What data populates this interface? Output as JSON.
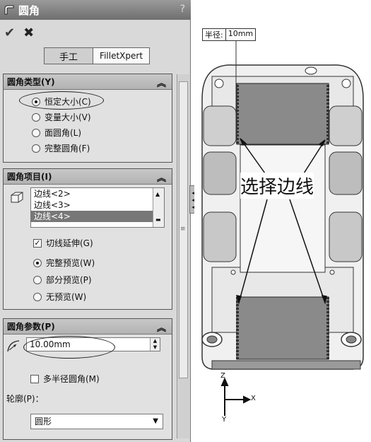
{
  "panel": {
    "title": "圆角",
    "help": "?",
    "ok_icon": "check-icon",
    "cancel_icon": "close-icon",
    "modes": [
      "手工",
      "FilletXpert"
    ],
    "fillet_type": {
      "header": "圆角类型(Y)",
      "options": [
        "恒定大小(C)",
        "变量大小(V)",
        "面圆角(L)",
        "完整圆角(F)"
      ],
      "selected": "恒定大小(C)"
    },
    "fillet_items": {
      "header": "圆角项目(I)",
      "edges": [
        "边线<2>",
        "边线<3>",
        "边线<4>"
      ],
      "selected_edge": "边线<4>",
      "tangent": "切线延伸(G)",
      "previews": [
        "完整预览(W)",
        "部分预览(P)",
        "无预览(W)"
      ],
      "preview_selected": "完整预览(W)"
    },
    "fillet_params": {
      "header": "圆角参数(P)",
      "radius_value": "10.00mm",
      "multi_radius": "多半径圆角(M)",
      "profile_label": "轮廓(P)：",
      "profile_value": "圆形"
    }
  },
  "viewport": {
    "radius_label": "半径:",
    "radius_value": "10mm",
    "callout": "选择边线",
    "axes": {
      "y": "Z",
      "x": "X",
      "z": "Y"
    }
  }
}
